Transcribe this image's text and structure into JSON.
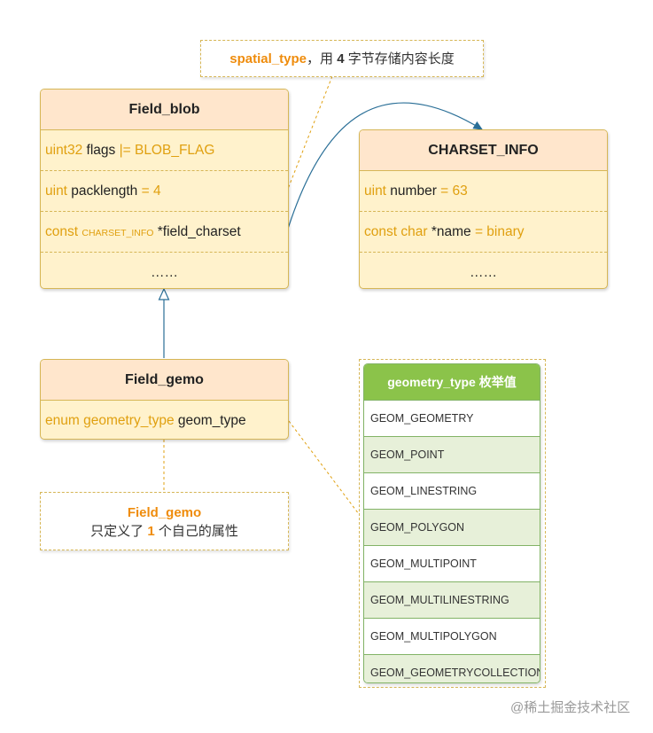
{
  "note_spatial": {
    "name": "spatial_type",
    "sep": "，用 ",
    "num": "4",
    "rest": " 字节存储内容长度"
  },
  "field_blob": {
    "title": "Field_blob",
    "r1_type": "uint32",
    "r1_name": " flags ",
    "r1_val": "|= BLOB_FLAG",
    "r2_type": "uint",
    "r2_name": " packlength ",
    "r2_val": "= 4",
    "r3_kw": "const ",
    "r3_type": "CHARSET_INFO",
    "r3_name": " *field_charset",
    "more": "……"
  },
  "charset_info": {
    "title": "CHARSET_INFO",
    "r1_type": "uint",
    "r1_name": " number ",
    "r1_val": "= 63",
    "r2_type": "const char",
    "r2_name": " *name ",
    "r2_val": "= binary",
    "more": "……"
  },
  "field_gemo": {
    "title": "Field_gemo",
    "r1_type": "enum geometry_type",
    "r1_name": " geom_type"
  },
  "note_gemo": {
    "title": "Field_gemo",
    "pre": "只定义了 ",
    "num": "1",
    "post": " 个自己的属性"
  },
  "geometry_enum": {
    "title": "geometry_type 枚举值",
    "items": [
      "GEOM_GEOMETRY",
      "GEOM_POINT",
      "GEOM_LINESTRING",
      "GEOM_POLYGON",
      "GEOM_MULTIPOINT",
      "GEOM_MULTILINESTRING",
      "GEOM_MULTIPOLYGON",
      "GEOM_GEOMETRYCOLLECTION"
    ]
  },
  "watermark": "@稀土掘金技术社区",
  "colors": {
    "class_fill": "#fff2cc",
    "class_header": "#ffe6cc",
    "class_border": "#d6b656",
    "keyword": "#e0a010",
    "note_title": "#ef8c0c",
    "enum_header": "#8bc34a",
    "enum_alt_row": "#e7f0d9",
    "arrow": "#2a6f97"
  }
}
